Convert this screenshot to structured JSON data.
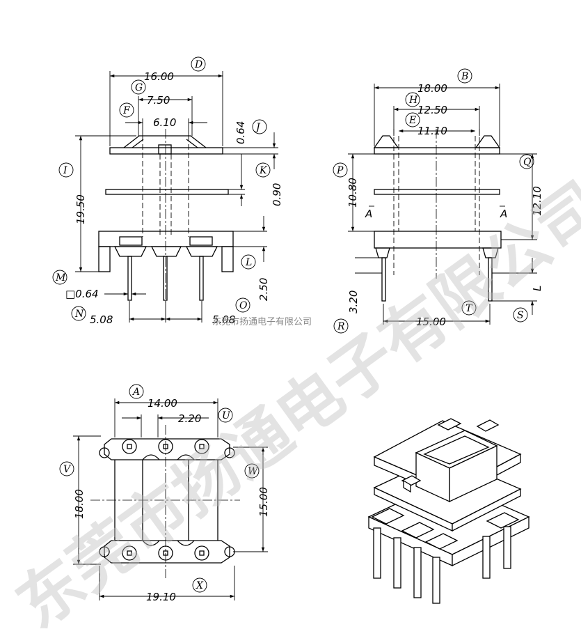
{
  "front_view": {
    "dims": {
      "d1600": "16.00",
      "d750": "7.50",
      "d610": "6.10",
      "d064": "0.64",
      "d090": "0.90",
      "d1950": "19.50",
      "d250": "2.50",
      "pin": "□0.64",
      "d508a": "5.08",
      "d508b": "5.08"
    },
    "labels": {
      "D": "D",
      "G": "G",
      "F": "F",
      "J": "J",
      "I": "I",
      "K": "K",
      "L": "L",
      "M": "M",
      "N": "N",
      "O": "O"
    }
  },
  "side_view": {
    "dims": {
      "d1800": "18.00",
      "d1250": "12.50",
      "d1110": "11.10",
      "d1080": "10.80",
      "d1210": "12.10",
      "d320": "3.20",
      "d1500": "15.00",
      "secA1": "A",
      "secA2": "A",
      "Lval": "L"
    },
    "labels": {
      "B": "B",
      "H": "H",
      "E": "E",
      "P": "P",
      "Q": "Q",
      "R": "R",
      "S": "S",
      "T": "T"
    }
  },
  "bottom_view": {
    "dims": {
      "d1400": "14.00",
      "d220": "2.20",
      "d1800": "18.00",
      "d1500": "15.00",
      "d1910": "19.10"
    },
    "labels": {
      "A": "A",
      "U": "U",
      "V": "V",
      "W": "W",
      "X": "X"
    }
  },
  "watermark": {
    "big": "东莞市扬通电子有限公司",
    "small": "东莞市扬通电子有限公司"
  }
}
